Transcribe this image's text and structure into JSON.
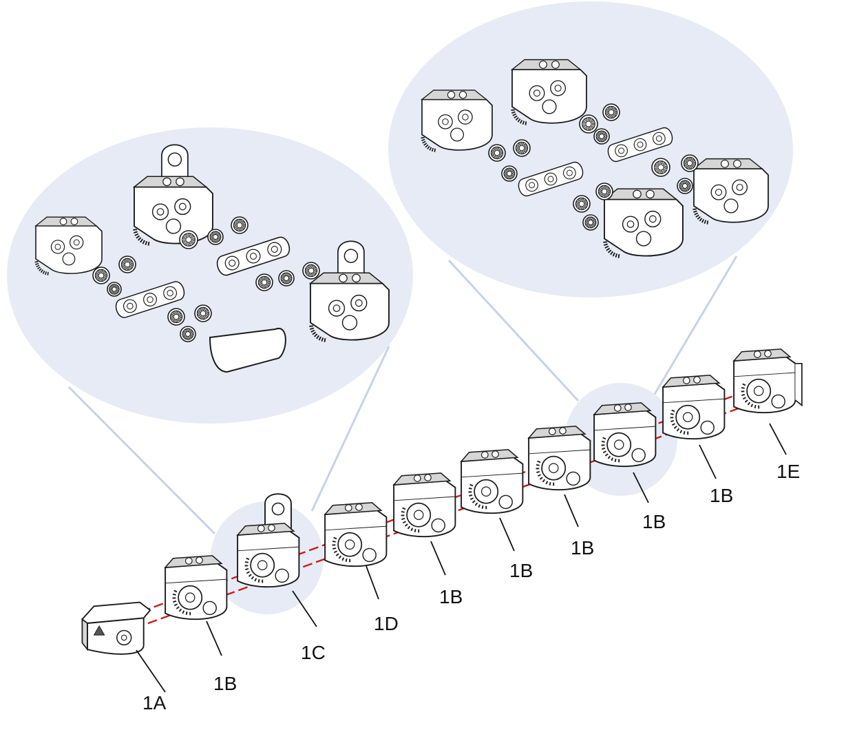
{
  "colors": {
    "bubble": "#e6ebf5",
    "bubble_line": "#c6d2e8",
    "outline": "#1a1a1a",
    "face": "#ffffff",
    "shade": "#d6d6d6",
    "axis": "#d01818"
  },
  "chain": [
    {
      "id": "m1",
      "part": "1A",
      "label": "1A"
    },
    {
      "id": "m2",
      "part": "1B",
      "label": "1B"
    },
    {
      "id": "m3",
      "part": "1C",
      "label": "1C"
    },
    {
      "id": "m4",
      "part": "1D",
      "label": "1D"
    },
    {
      "id": "m5",
      "part": "1B",
      "label": "1B"
    },
    {
      "id": "m6",
      "part": "1B",
      "label": "1B"
    },
    {
      "id": "m7",
      "part": "1B",
      "label": "1B"
    },
    {
      "id": "m8",
      "part": "1B",
      "label": "1B"
    },
    {
      "id": "m9",
      "part": "1B",
      "label": "1B"
    },
    {
      "id": "m10",
      "part": "1E",
      "label": "1E"
    }
  ],
  "details": [
    {
      "id": "detail-1c",
      "of": "1C",
      "exploded_parts": [
        "housing-a",
        "housing-b",
        "side-plate",
        "side-plate",
        "gear-housing",
        "bearing-cap",
        "bearing",
        "bearing",
        "bearing",
        "bearing",
        "bearing",
        "bearing",
        "bearing",
        "bearing"
      ]
    },
    {
      "id": "detail-1b",
      "of": "1B",
      "exploded_parts": [
        "housing-a",
        "housing-b",
        "side-plate",
        "side-plate",
        "housing-c",
        "housing-d",
        "bearing",
        "bearing",
        "bearing",
        "bearing",
        "bearing",
        "bearing",
        "bearing",
        "bearing",
        "bearing",
        "bearing"
      ]
    }
  ]
}
